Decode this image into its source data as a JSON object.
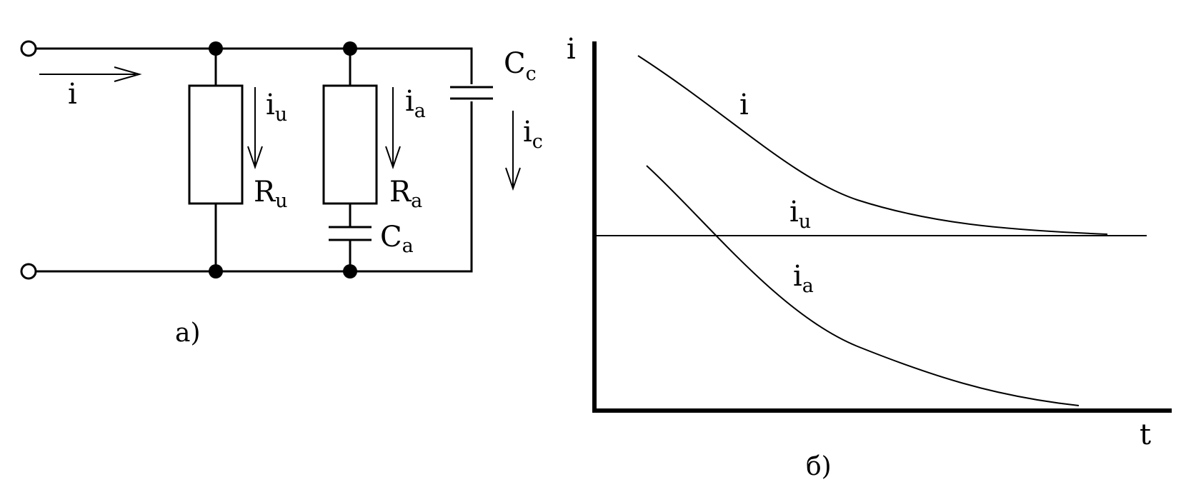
{
  "circuit": {
    "current_label": "i",
    "branch_labels": {
      "iu": {
        "base": "i",
        "sub": "u"
      },
      "ia": {
        "base": "i",
        "sub": "a"
      },
      "ic": {
        "base": "i",
        "sub": "c"
      }
    },
    "component_labels": {
      "Ru": {
        "base": "R",
        "sub": "u"
      },
      "Ra": {
        "base": "R",
        "sub": "a"
      },
      "Ca": {
        "base": "C",
        "sub": "a"
      },
      "Cc": {
        "base": "C",
        "sub": "c"
      }
    },
    "caption": "а)"
  },
  "graph": {
    "y_axis_label": "i",
    "x_axis_label": "t",
    "caption": "б)",
    "curve_labels": {
      "i": {
        "base": "i",
        "sub": ""
      },
      "iu": {
        "base": "i",
        "sub": "u"
      },
      "ia": {
        "base": "i",
        "sub": "a"
      }
    }
  },
  "colors": {
    "ink": "#000000",
    "background": "#ffffff"
  }
}
